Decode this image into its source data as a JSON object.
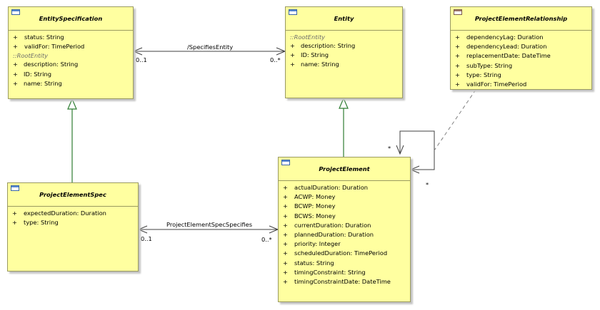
{
  "classes": {
    "entity_spec": {
      "name": "EntitySpecification",
      "attrs": [
        {
          "vis": "+",
          "text": "status: String"
        },
        {
          "vis": "+",
          "text": "validFor: TimePeriod"
        }
      ],
      "inherited_label": "::RootEntity",
      "inherited": [
        {
          "vis": "+",
          "text": "description: String"
        },
        {
          "vis": "+",
          "text": "ID: String"
        },
        {
          "vis": "+",
          "text": "name: String"
        }
      ]
    },
    "entity": {
      "name": "Entity",
      "inherited_label": "::RootEntity",
      "inherited": [
        {
          "vis": "+",
          "text": "description: String"
        },
        {
          "vis": "+",
          "text": "ID: String"
        },
        {
          "vis": "+",
          "text": "name: String"
        }
      ]
    },
    "pe_relationship": {
      "name": "ProjectElementRelationship",
      "attrs": [
        {
          "vis": "+",
          "text": "dependencyLag: Duration"
        },
        {
          "vis": "+",
          "text": "dependencyLead: Duration"
        },
        {
          "vis": "+",
          "text": "replacementDate: DateTime"
        },
        {
          "vis": "+",
          "text": "subType: String"
        },
        {
          "vis": "+",
          "text": "type: String"
        },
        {
          "vis": "+",
          "text": "validFor: TimePeriod"
        }
      ]
    },
    "pe_spec": {
      "name": "ProjectElementSpec",
      "attrs": [
        {
          "vis": "+",
          "text": "expectedDuration: Duration"
        },
        {
          "vis": "+",
          "text": "type: String"
        }
      ]
    },
    "project_element": {
      "name": "ProjectElement",
      "attrs": [
        {
          "vis": "+",
          "text": "actualDuration: Duration"
        },
        {
          "vis": "+",
          "text": "ACWP: Money"
        },
        {
          "vis": "+",
          "text": "BCWP: Money"
        },
        {
          "vis": "+",
          "text": "BCWS: Money"
        },
        {
          "vis": "+",
          "text": "currentDuration: Duration"
        },
        {
          "vis": "+",
          "text": "plannedDuration: Duration"
        },
        {
          "vis": "+",
          "text": "priority: Integer"
        },
        {
          "vis": "+",
          "text": "scheduledDuration: TimePeriod"
        },
        {
          "vis": "+",
          "text": "status: String"
        },
        {
          "vis": "+",
          "text": "timingConstraint: String"
        },
        {
          "vis": "+",
          "text": "timingConstraintDate: DateTime"
        }
      ]
    }
  },
  "associations": {
    "specifies_entity": {
      "label": "/SpecifiesEntity",
      "mult_source": "0..1",
      "mult_target": "0..*"
    },
    "pe_spec_specifies": {
      "label": "ProjectElementSpecSpecifies",
      "mult_source": "0..1",
      "mult_target": "0..*"
    },
    "self_relationship": {
      "mult_top": "*",
      "mult_bottom": "*"
    }
  }
}
